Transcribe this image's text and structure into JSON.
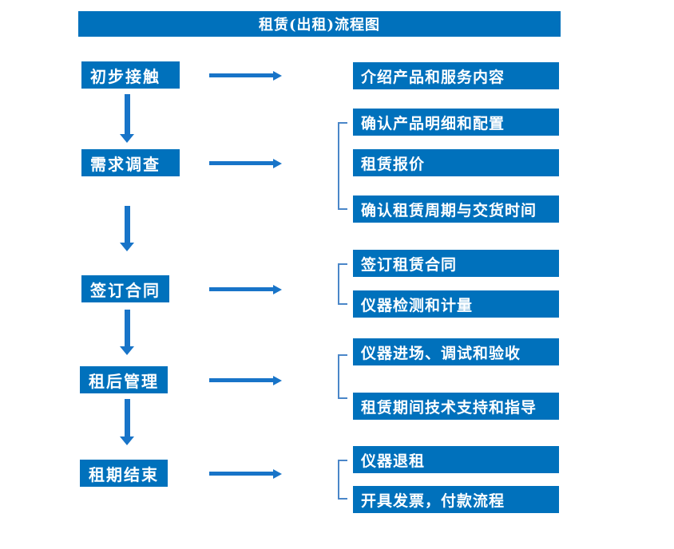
{
  "title": "租赁(出租)流程图",
  "colors": {
    "box_fill": "#0071BC",
    "arrow": "#1874C8",
    "bracket": "#4A86C8",
    "text": "#FFFFFF",
    "background": "#FFFFFF"
  },
  "steps": [
    {
      "label": "初步接触",
      "details": [
        "介绍产品和服务内容"
      ]
    },
    {
      "label": "需求调查",
      "details": [
        "确认产品明细和配置",
        "租赁报价",
        "确认租赁周期与交货时间"
      ]
    },
    {
      "label": "签订合同",
      "details": [
        "签订租赁合同",
        "仪器检测和计量"
      ]
    },
    {
      "label": "租后管理",
      "details": [
        "仪器进场、调试和验收",
        "租赁期间技术支持和指导"
      ]
    },
    {
      "label": "租期结束",
      "details": [
        "仪器退租",
        "开具发票，付款流程"
      ]
    }
  ]
}
